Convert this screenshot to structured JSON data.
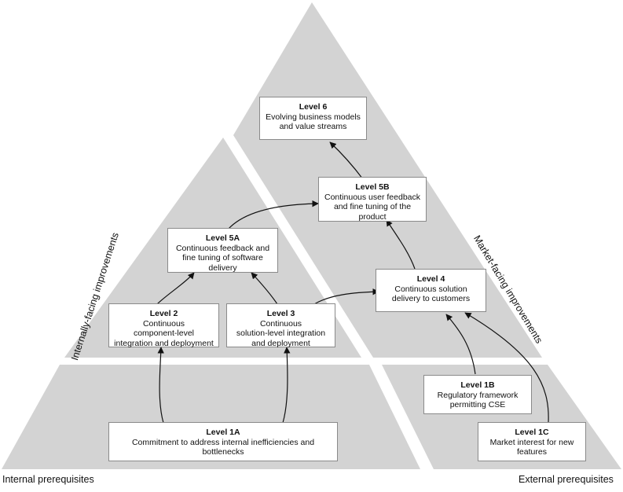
{
  "boxes": {
    "level6": {
      "title": "Level 6",
      "body": "Evolving business models\nand value streams"
    },
    "level5b": {
      "title": "Level 5B",
      "body": "Continuous user feedback\nand fine tuning of the\nproduct"
    },
    "level5a": {
      "title": "Level 5A",
      "body": "Continuous feedback and\nfine tuning of software\ndelivery"
    },
    "level4": {
      "title": "Level 4",
      "body": "Continuous solution\ndelivery to customers"
    },
    "level2": {
      "title": "Level 2",
      "body": "Continuous\ncomponent-level\nintegration and deployment"
    },
    "level3": {
      "title": "Level 3",
      "body": "Continuous\nsolution-level integration\nand deployment"
    },
    "level1b": {
      "title": "Level 1B",
      "body": "Regulatory framework\npermitting CSE"
    },
    "level1a": {
      "title": "Level 1A",
      "body": "Commitment to address internal inefficiencies and\nbottlenecks"
    },
    "level1c": {
      "title": "Level 1C",
      "body": "Market interest for new\nfeatures"
    }
  },
  "labels": {
    "internal_side": "Internally-facing improvements",
    "market_side": "Market-facing improvements",
    "internal_prereq": "Internal prerequisites",
    "external_prereq": "External prerequisites"
  },
  "colors": {
    "region_fill": "#d3d3d3",
    "box_border": "#8a8a8a",
    "arrow": "#111111"
  }
}
